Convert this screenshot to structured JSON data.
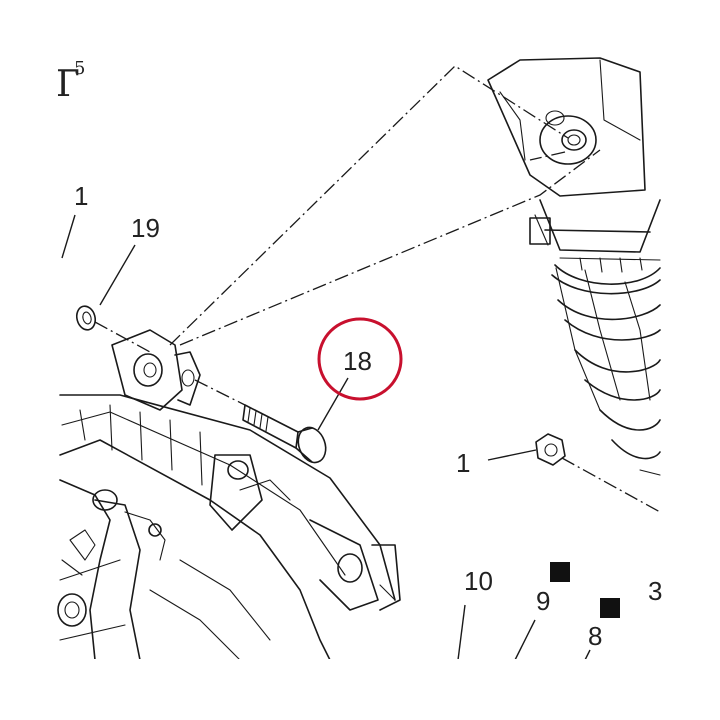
{
  "diagram": {
    "page_label": "Г",
    "page_label_sup": "5",
    "callouts": {
      "c1_top": "1",
      "c19": "19",
      "c18": "18",
      "c1_right": "1",
      "c10": "10",
      "c9": "9",
      "c8": "8",
      "c3": "3"
    },
    "highlight_color": "#c8102e",
    "line_color": "#1a1a1a"
  }
}
